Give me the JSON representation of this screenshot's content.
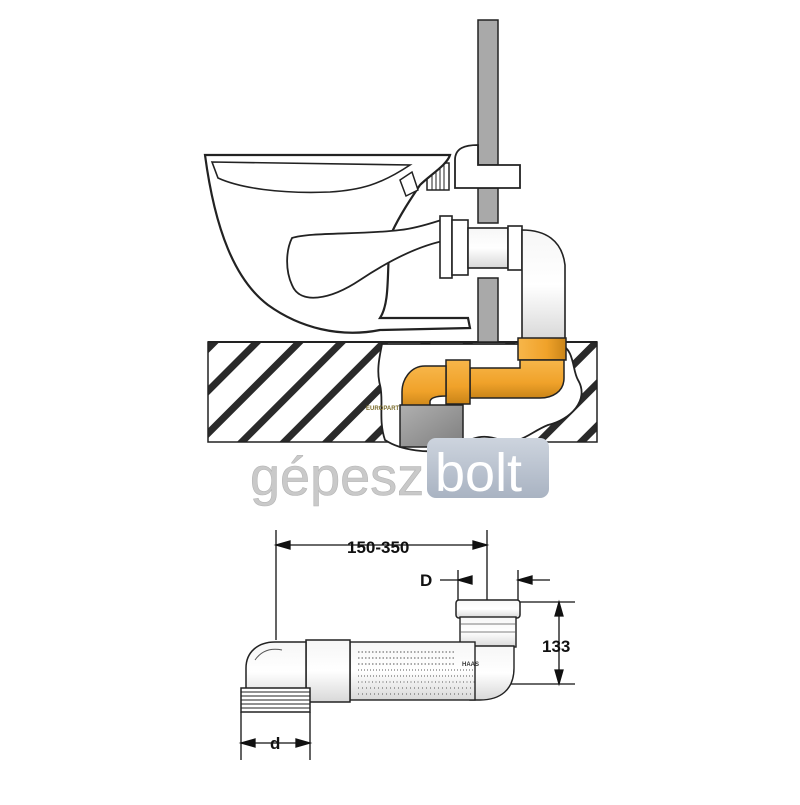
{
  "watermark": {
    "left": "gépesz",
    "right": "bolt",
    "colors": {
      "left_text": "#c9c9c9",
      "right_box": "#b9c2cf",
      "right_text": "#ffffff"
    }
  },
  "installation": {
    "box_logo": "EUROPART",
    "colors": {
      "orange": "#f0a22a",
      "orange_dark": "#b8761a",
      "gray_box": "#9a9a9a",
      "stroke": "#222222"
    }
  },
  "dimensions": {
    "length": "150-350",
    "outlet_diameter": "D",
    "height": "133",
    "inlet_diameter": "d"
  },
  "pipe_marking": "HAAS"
}
